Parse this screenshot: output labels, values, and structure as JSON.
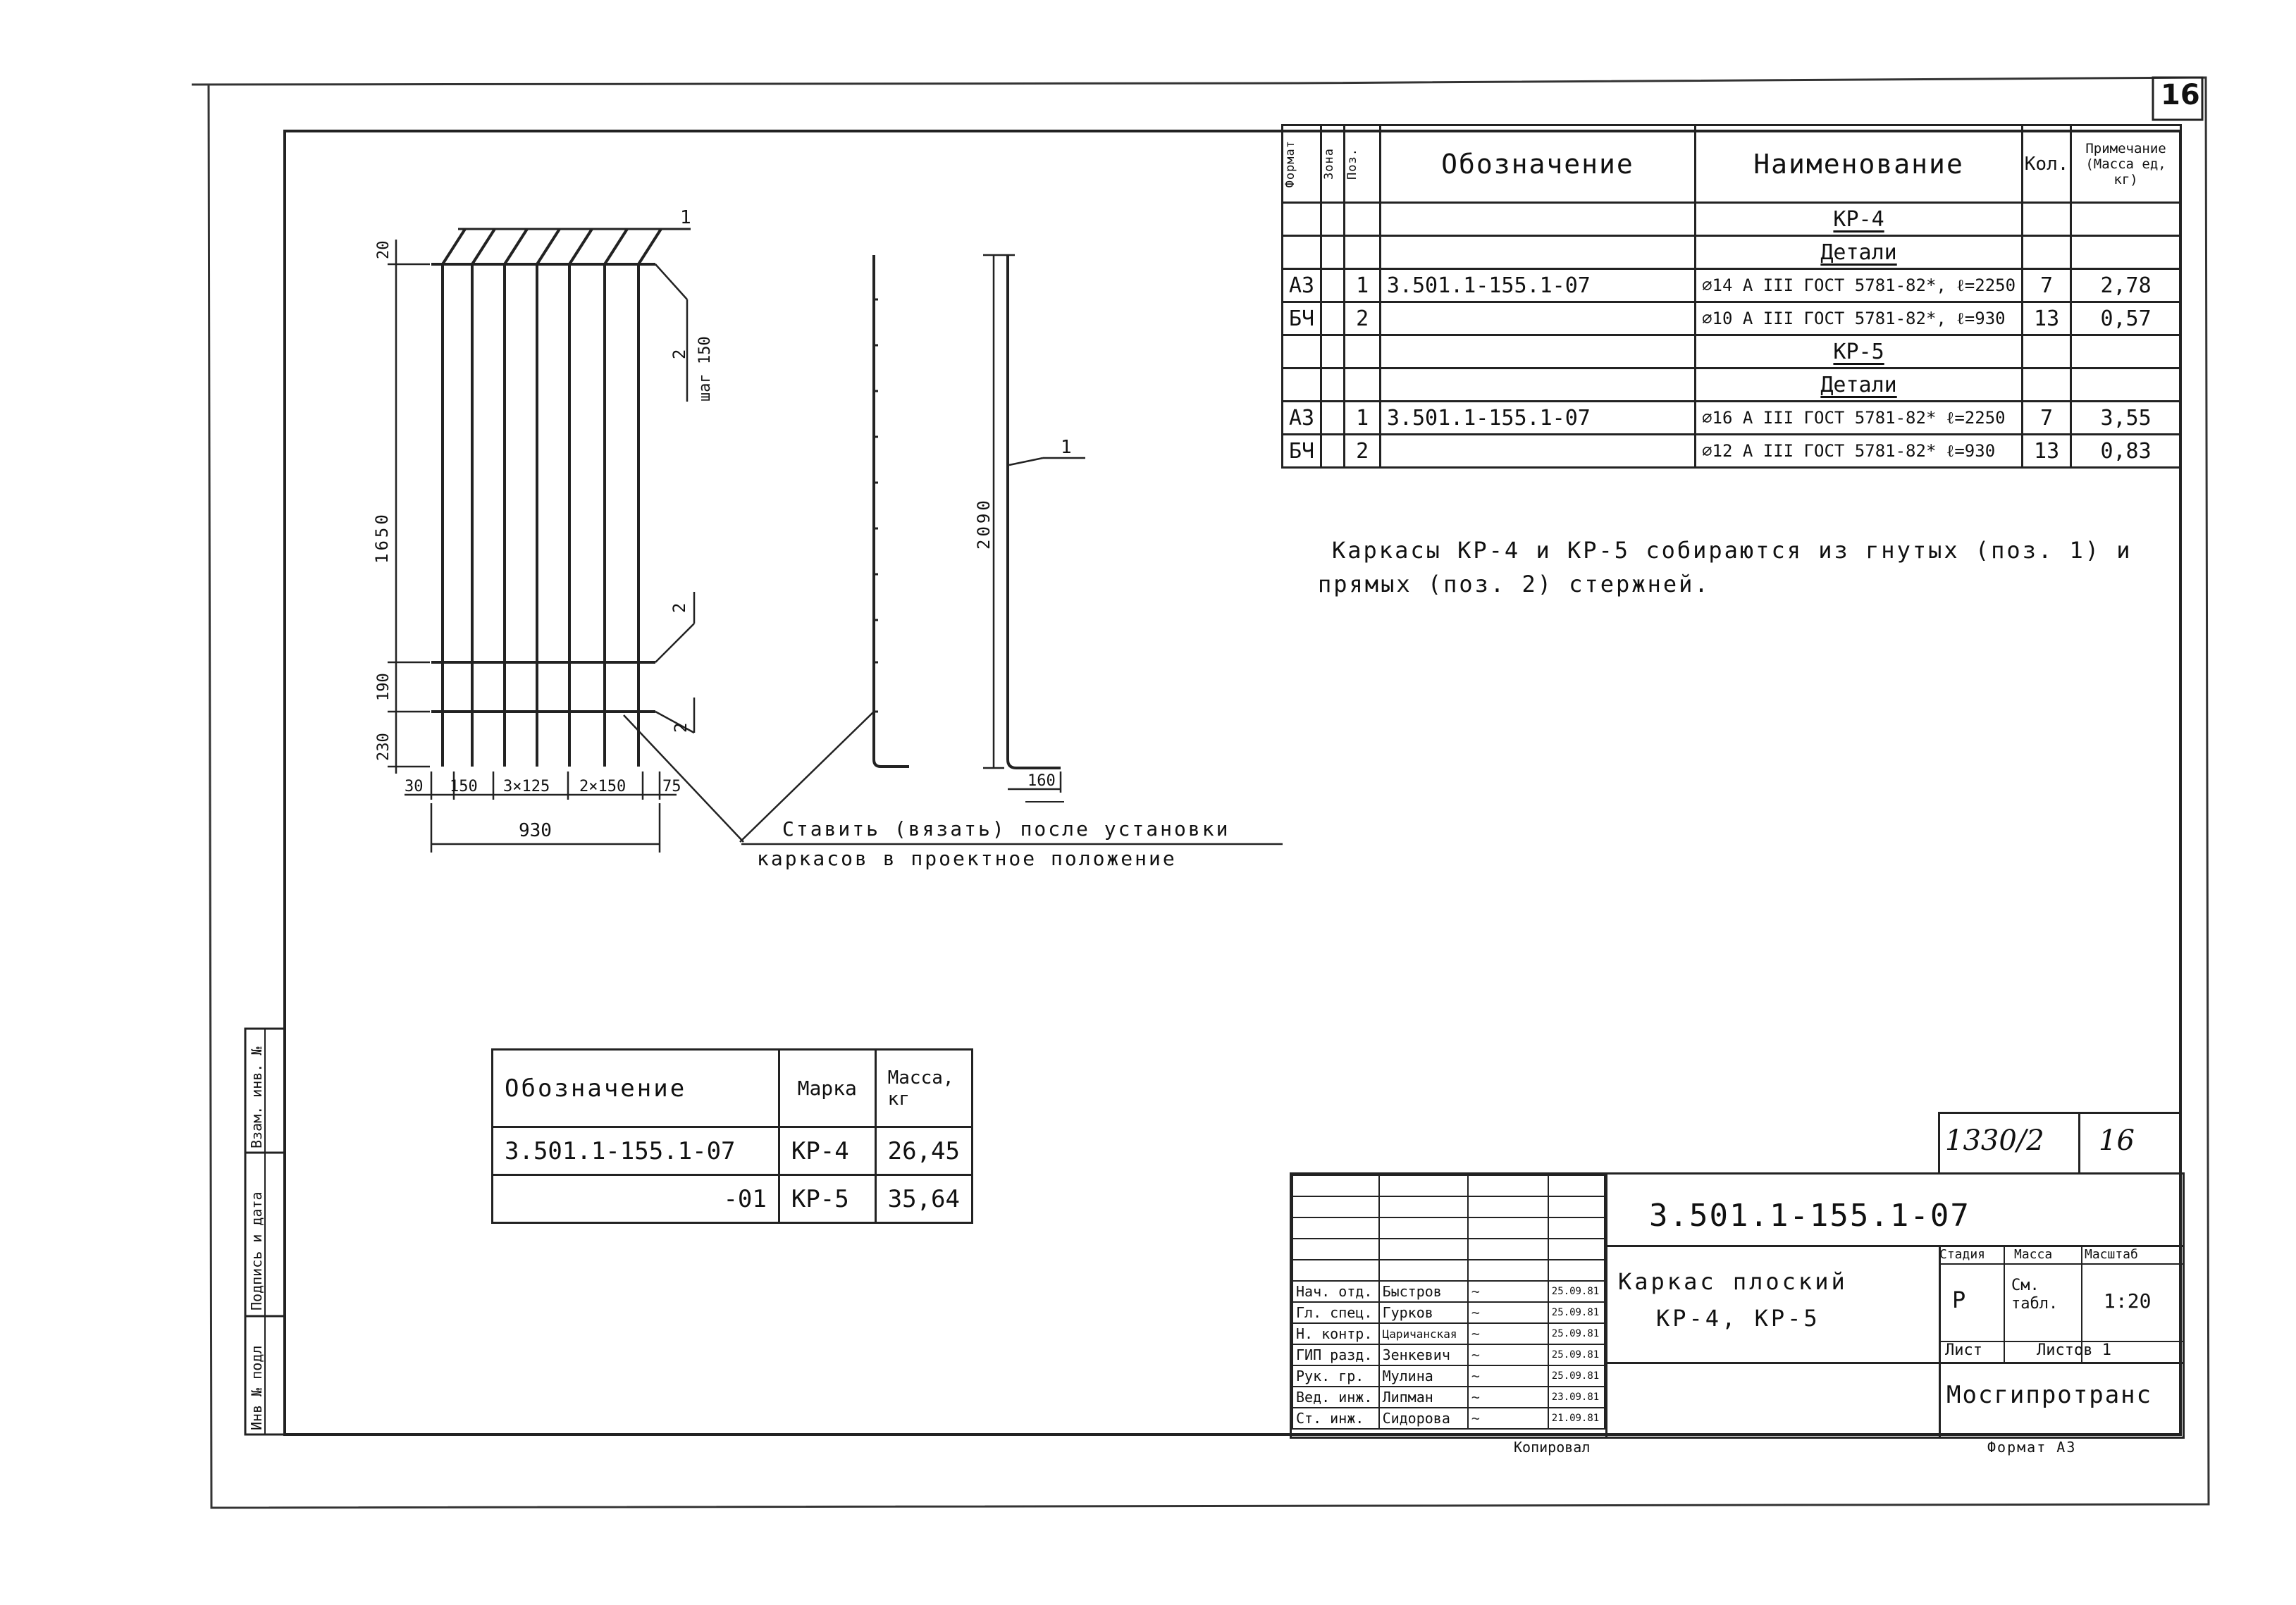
{
  "sheet_number": "16",
  "spec_table": {
    "headers": {
      "format": "Формат",
      "zone": "Зона",
      "pos": "Поз.",
      "designation": "Обозначение",
      "name": "Наименование",
      "qty": "Кол.",
      "note": "Примечание (Масса ед, кг)"
    },
    "groups": [
      {
        "title": "КР-4",
        "subtitle": "Детали",
        "rows": [
          {
            "format": "А3",
            "pos": "1",
            "designation": "3.501.1-155.1-07",
            "name": "⌀14 А III ГОСТ 5781-82*, ℓ=2250",
            "qty": "7",
            "note": "2,78"
          },
          {
            "format": "БЧ",
            "pos": "2",
            "designation": "",
            "name": "⌀10 А III ГОСТ 5781-82*, ℓ=930",
            "qty": "13",
            "note": "0,57"
          }
        ]
      },
      {
        "title": "КР-5",
        "subtitle": "Детали",
        "rows": [
          {
            "format": "А3",
            "pos": "1",
            "designation": "3.501.1-155.1-07",
            "name": "⌀16 А III ГОСТ 5781-82* ℓ=2250",
            "qty": "7",
            "note": "3,55"
          },
          {
            "format": "БЧ",
            "pos": "2",
            "designation": "",
            "name": "⌀12 А III ГОСТ 5781-82* ℓ=930",
            "qty": "13",
            "note": "0,83"
          }
        ]
      }
    ]
  },
  "note_text": {
    "line1": "Каркасы КР-4 и КР-5 собираются из гнутых (поз. 1) и",
    "line2": "прямых (поз. 2) стержней."
  },
  "drawing": {
    "callout_1": "1",
    "callout_2a": "2",
    "callout_2a_step": "шаг 150",
    "callout_2b": "2",
    "callout_2c": "2",
    "dim_20": "20",
    "dim_1650": "1650",
    "dim_190": "190",
    "dim_230": "230",
    "dim_30": "30",
    "dim_150": "150",
    "dim_3x125": "3×125",
    "dim_2x150": "2×150",
    "dim_75": "75",
    "dim_930": "930",
    "side_callout_1": "1",
    "dim_2090": "2090",
    "dim_160": "160",
    "install_note_1": "Ставить (вязать) после установки",
    "install_note_2": "каркасов в проектное положение"
  },
  "marks_table": {
    "headers": [
      "Обозначение",
      "Марка",
      "Масса, кг"
    ],
    "rows": [
      [
        "3.501.1-155.1-07",
        "КР-4",
        "26,45"
      ],
      [
        "-01",
        "КР-5",
        "35,64"
      ]
    ]
  },
  "left_strip": {
    "inv_podl": "Инв № подл",
    "podpis": "Подпись и дата",
    "vzam": "Взам. инв. №"
  },
  "title_block": {
    "archive_no": "1330/2",
    "archive_sheet": "16",
    "code": "3.501.1-155.1-07",
    "title_line1": "Каркас плоский",
    "title_line2": "КР-4, КР-5",
    "stage_header": "Стадия",
    "mass_header": "Масса",
    "scale_header": "Масштаб",
    "stage": "Р",
    "mass": "См. табл.",
    "scale": "1:20",
    "sheet_label": "Лист",
    "sheets_label": "Листов 1",
    "org": "Мосгипротранс",
    "people": [
      {
        "role": "Нач. отд.",
        "name": "Быстров",
        "date": "25.09.81"
      },
      {
        "role": "Гл. спец.",
        "name": "Гурков",
        "date": "25.09.81"
      },
      {
        "role": "Н. контр.",
        "name": "Царичанская",
        "date": "25.09.81"
      },
      {
        "role": "ГИП разд.",
        "name": "Зенкевич",
        "date": "25.09.81"
      },
      {
        "role": "Рук. гр.",
        "name": "Мулина",
        "date": "25.09.81"
      },
      {
        "role": "Вед. инж.",
        "name": "Липман",
        "date": "23.09.81"
      },
      {
        "role": "Ст. инж.",
        "name": "Сидорова",
        "date": "21.09.81"
      }
    ],
    "copied": "Копировал",
    "format": "Формат А3"
  }
}
